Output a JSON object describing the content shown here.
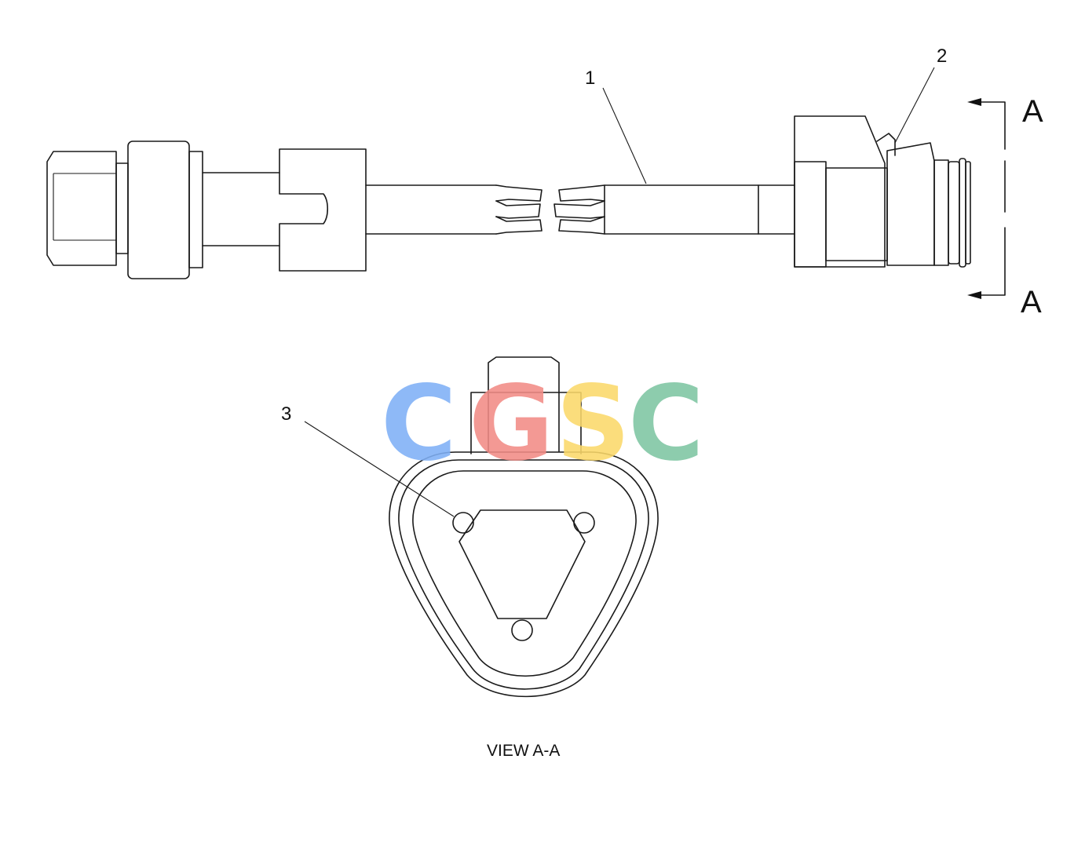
{
  "callouts": {
    "item_1": "1",
    "item_2": "2",
    "item_3": "3"
  },
  "section_marks": {
    "top": "A",
    "bottom": "A"
  },
  "view_caption": "VIEW A-A",
  "watermark": {
    "letters": [
      "C",
      "G",
      "S",
      "C"
    ],
    "colors": [
      "#7fb0f6",
      "#f28b86",
      "#fbd96a",
      "#7ec5a2"
    ]
  }
}
